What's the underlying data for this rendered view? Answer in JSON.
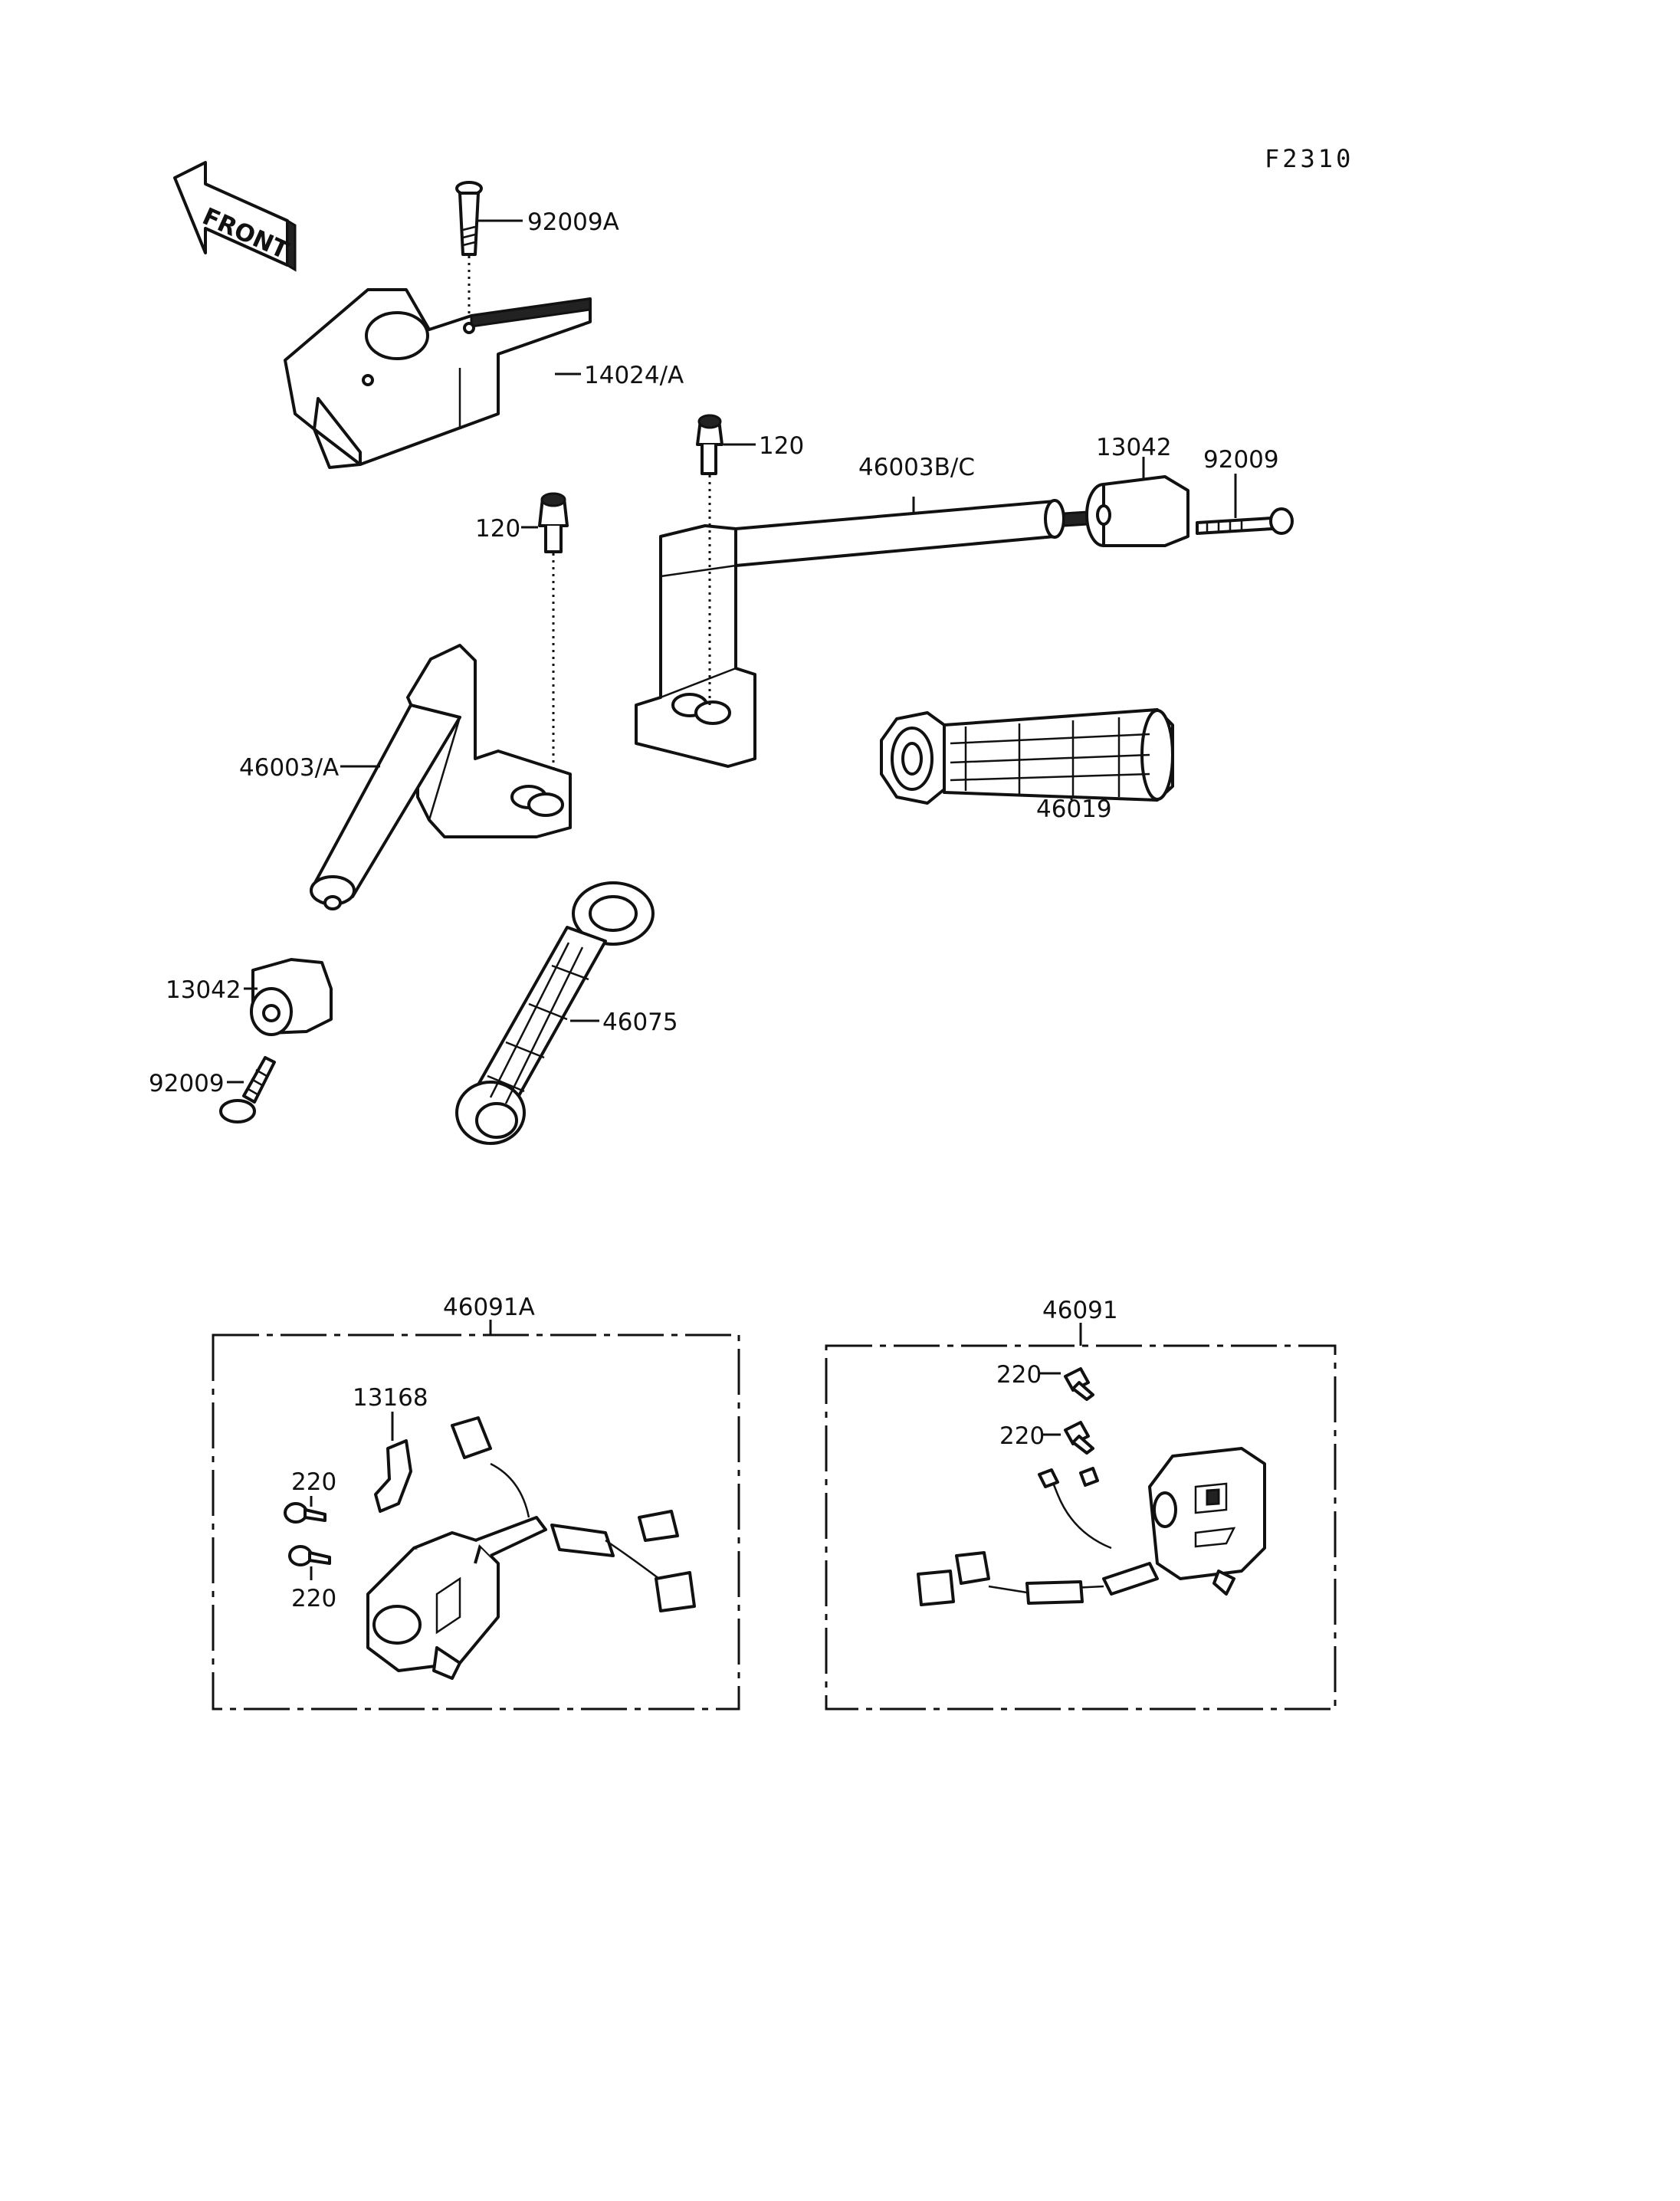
{
  "diagram": {
    "code": "F2310",
    "front_label": "FRONT",
    "callouts": {
      "bolt_top": "92009A",
      "holder_top": "14024/A",
      "bolt_right": "120",
      "bar_right": "46003B/C",
      "weight_right": "13042",
      "screw_right": "92009",
      "bolt_left": "120",
      "bar_left": "46003/A",
      "grip_right": "46019",
      "weight_left": "13042",
      "grip_left": "46075",
      "screw_left": "92009"
    },
    "left_switch": {
      "title": "46091A",
      "clamp": "13168",
      "screw_a": "220",
      "screw_b": "220"
    },
    "right_switch": {
      "title": "46091",
      "screw_a": "220",
      "screw_b": "220"
    }
  }
}
